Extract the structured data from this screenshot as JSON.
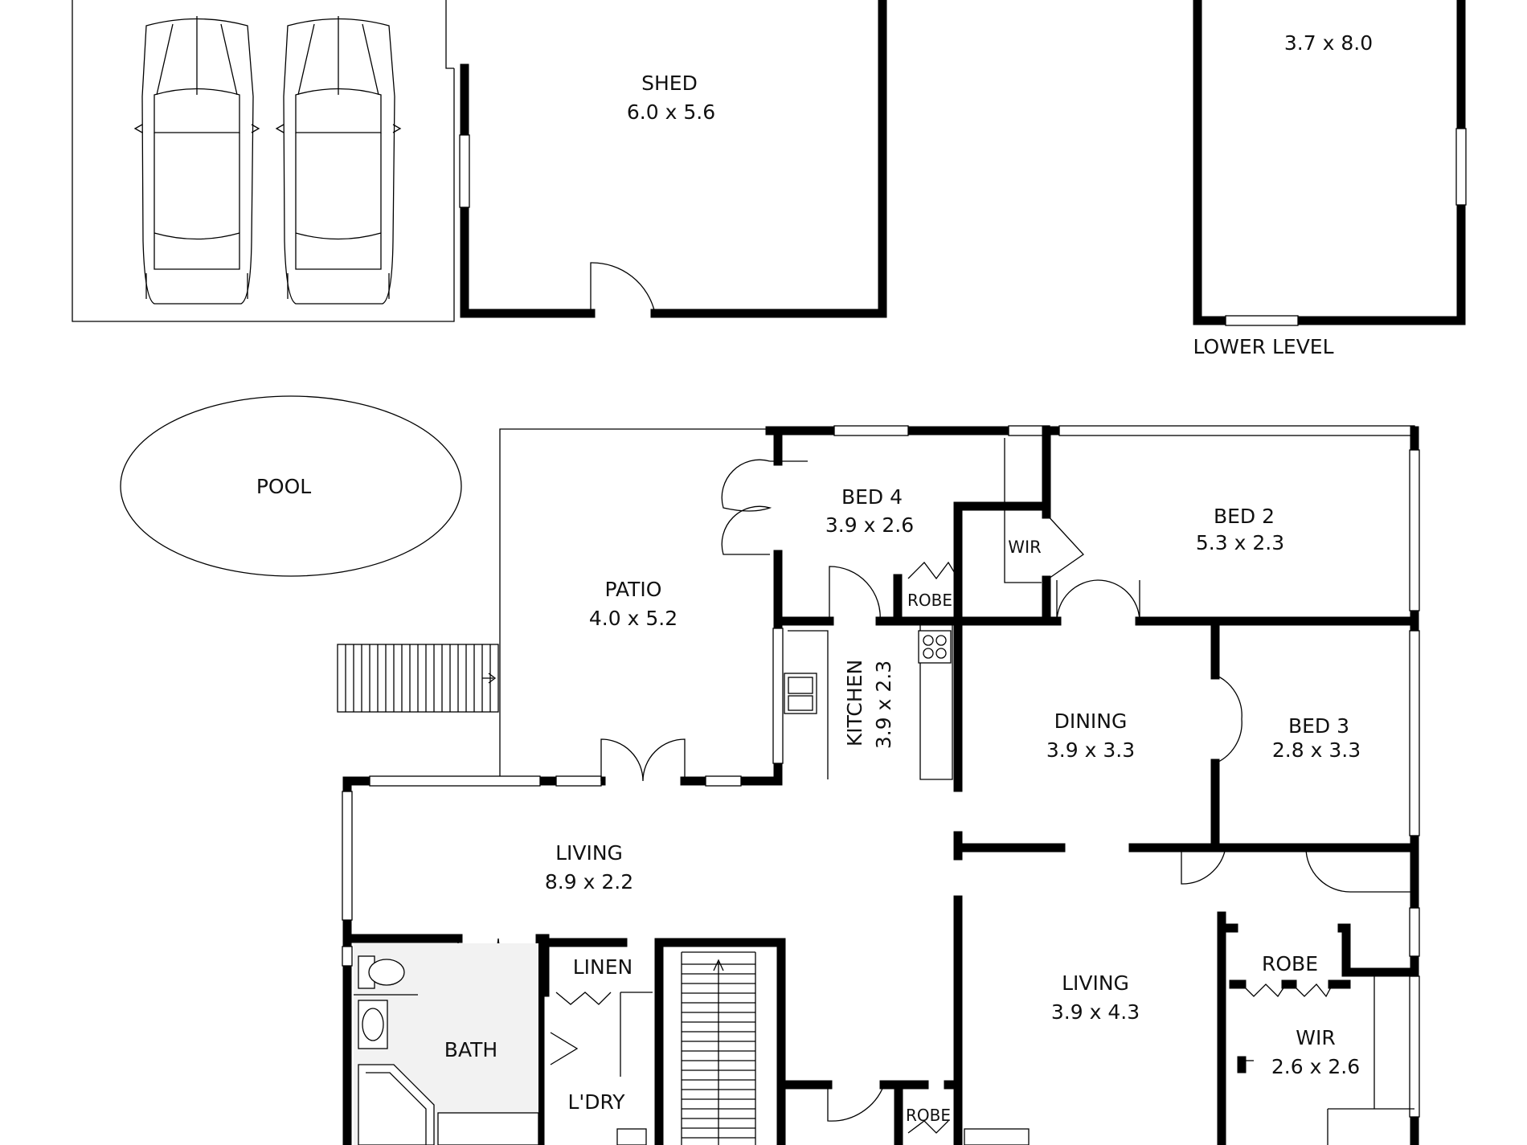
{
  "rooms": {
    "shed": {
      "name": "SHED",
      "dims": "6.0 x 5.6"
    },
    "lower_room": {
      "dims": "3.7 x 8.0"
    },
    "lower_level": {
      "label": "LOWER LEVEL"
    },
    "pool": {
      "name": "POOL"
    },
    "patio": {
      "name": "PATIO",
      "dims": "4.0 x 5.2"
    },
    "bed4": {
      "name": "BED 4",
      "dims": "3.9 x 2.6"
    },
    "robe_bed4": {
      "name": "ROBE"
    },
    "wir_bed2": {
      "name": "WIR"
    },
    "bed2": {
      "name": "BED 2",
      "dims": "5.3 x 2.3"
    },
    "kitchen": {
      "name": "KITCHEN",
      "dims": "3.9 x 2.3"
    },
    "dining": {
      "name": "DINING",
      "dims": "3.9 x 3.3"
    },
    "bed3": {
      "name": "BED 3",
      "dims": "2.8 x 3.3"
    },
    "living_main": {
      "name": "LIVING",
      "dims": "8.9 x 2.2"
    },
    "living_second": {
      "name": "LIVING",
      "dims": "3.9 x 4.3"
    },
    "robe_master": {
      "name": "ROBE"
    },
    "wir_master": {
      "name": "WIR",
      "dims": "2.6 x 2.6"
    },
    "linen": {
      "name": "LINEN"
    },
    "bath": {
      "name": "BATH"
    },
    "laundry": {
      "name": "L'DRY"
    },
    "robe_hall": {
      "name": "ROBE"
    }
  },
  "colors": {
    "wall": "#000000",
    "line": "#000000",
    "tile": "#f2f2f2",
    "background": "#ffffff"
  }
}
